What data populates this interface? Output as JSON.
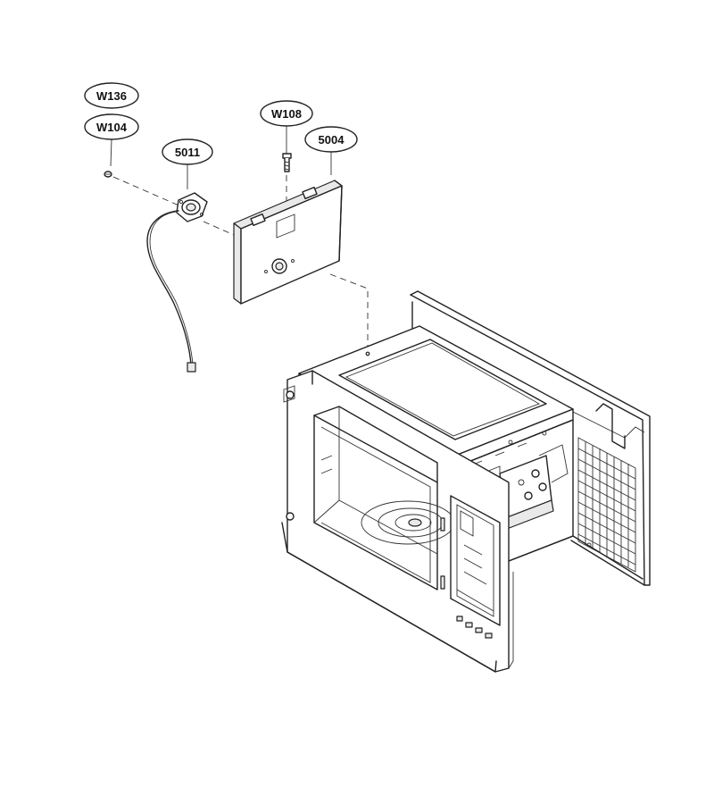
{
  "callouts": {
    "w136": "W136",
    "w104": "W104",
    "w108": "W108",
    "p5011": "5011",
    "p5004": "5004"
  }
}
